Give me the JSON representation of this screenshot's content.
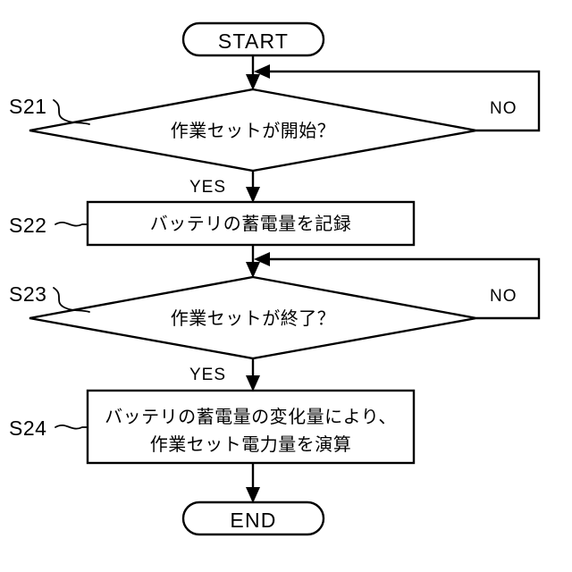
{
  "figure": {
    "type": "flowchart",
    "orientation": "vertical",
    "background_color": "#ffffff",
    "line_color": "#000000"
  },
  "nodes": {
    "start": {
      "label": "START",
      "shape": "terminator"
    },
    "s21": {
      "step": "S21",
      "label": "作業セットが開始？",
      "shape": "decision"
    },
    "s22": {
      "step": "S22",
      "label": "バッテリの蓄電量を記録",
      "shape": "process"
    },
    "s23": {
      "step": "S23",
      "label": "作業セットが終了？",
      "shape": "decision"
    },
    "s24": {
      "step": "S24",
      "label_line1": "バッテリの蓄電量の変化量により、",
      "label_line2": "作業セット電力量を演算",
      "shape": "process"
    },
    "end": {
      "label": "END",
      "shape": "terminator"
    }
  },
  "edges": {
    "s21_yes": "YES",
    "s21_no": "NO",
    "s23_yes": "YES",
    "s23_no": "NO"
  }
}
